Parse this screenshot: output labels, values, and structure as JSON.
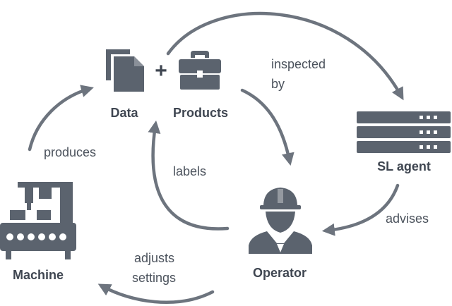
{
  "nodes": {
    "data": "Data",
    "plus": "+",
    "products": "Products",
    "sl_agent": "SL agent",
    "operator": "Operator",
    "machine": "Machine"
  },
  "edges": {
    "inspected_by_line1": "inspected",
    "inspected_by_line2": "by",
    "advises": "advises",
    "labels": "labels",
    "produces": "produces",
    "adjusts_settings_line1": "adjusts",
    "adjusts_settings_line2": "settings"
  },
  "icons": {
    "data": "document-icon",
    "products": "briefcase-icon",
    "sl_agent": "server-rack-icon",
    "operator": "worker-hardhat-icon",
    "machine": "factory-machine-icon"
  },
  "colors": {
    "icon": "#5b636e",
    "arrow": "#6d747e",
    "text": "#3f4651"
  }
}
